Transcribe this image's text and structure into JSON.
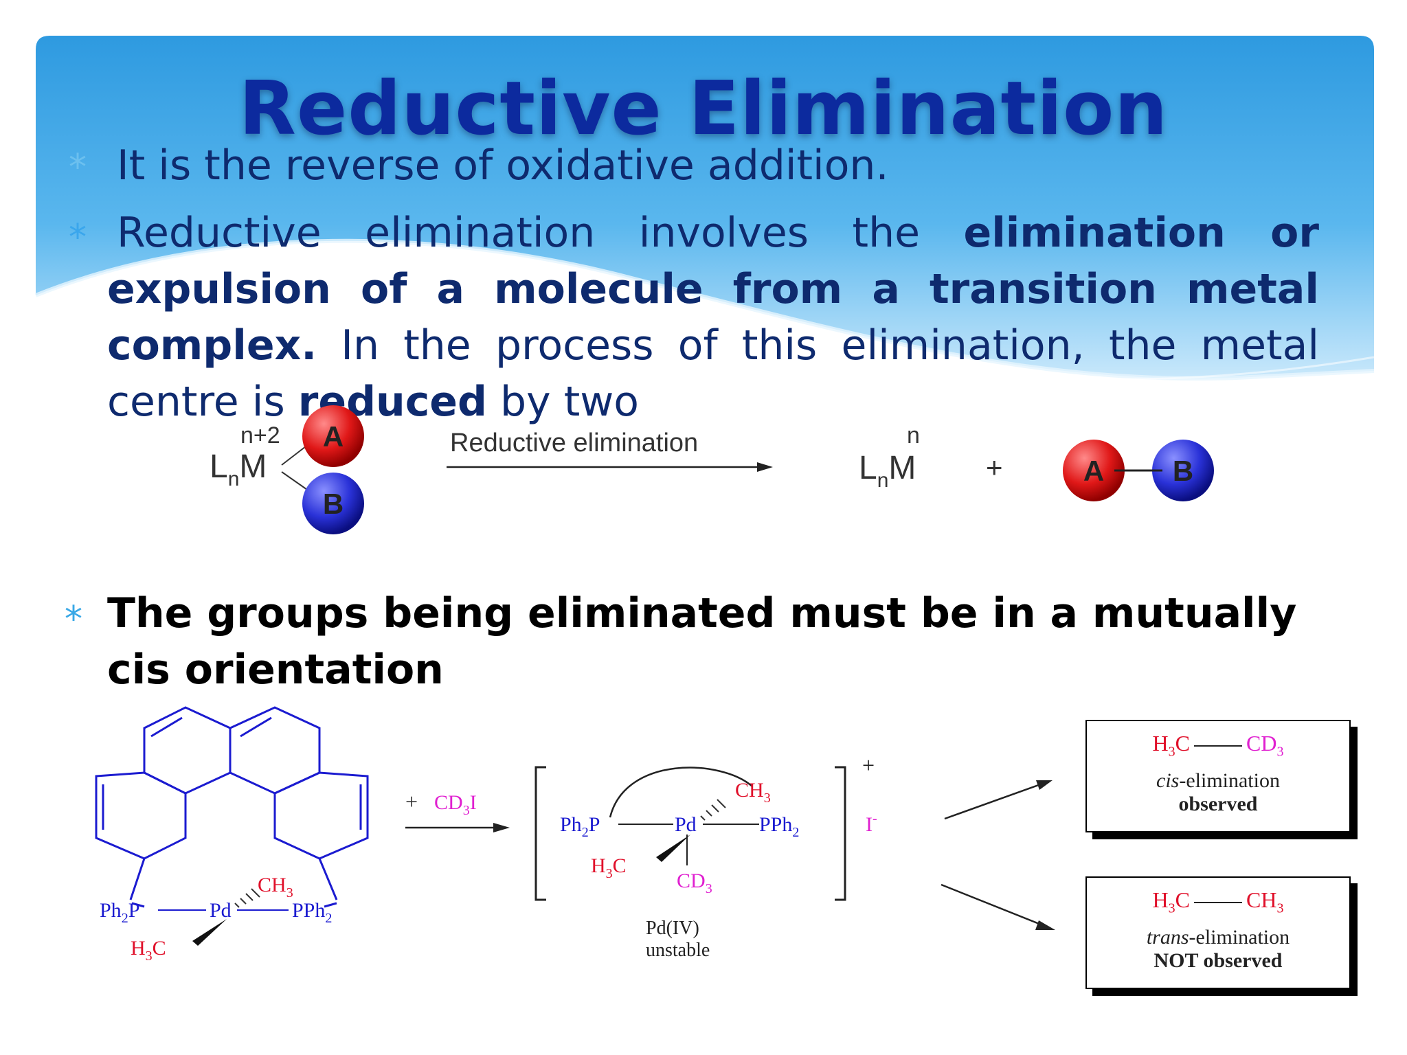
{
  "slide": {
    "title": "Reductive Elimination",
    "bullets": [
      {
        "marker": "*",
        "text": "It is the reverse of oxidative addition."
      },
      {
        "marker": "*",
        "parts": [
          {
            "t": "Reductive elimination involves the ",
            "bold": false
          },
          {
            "t": "elimination or expulsion of a molecule from a transition metal complex.",
            "bold": true
          },
          {
            "t": " In the process of this elimination, the metal centre is ",
            "bold": false
          },
          {
            "t": "reduced",
            "bold": true
          },
          {
            "t": " by two",
            "bold": false
          }
        ]
      },
      {
        "marker": "*",
        "text": "The groups being eliminated must be in a mutually cis orientation"
      }
    ]
  },
  "scheme1": {
    "reactant_charge": "n+2",
    "reactant_metal": "LnM",
    "atom_a": "A",
    "atom_b": "B",
    "arrow_label": "Reductive elimination",
    "product_charge": "n",
    "product_metal": "LnM",
    "plus": "+",
    "colors": {
      "a": "#e02020",
      "b": "#2a32d8"
    }
  },
  "scheme2": {
    "reagent": "+ CD3I",
    "left_complex": {
      "ligand_left": "Ph2P",
      "metal": "Pd",
      "ligand_right": "PPh2",
      "methyl_up": "CH3",
      "methyl_down": "H3C"
    },
    "intermediate": {
      "ligand_left": "Ph2P",
      "metal": "Pd",
      "ligand_right": "PPh2",
      "methyl_up": "CH3",
      "methyl_down": "H3C",
      "cd3": "CD3",
      "charge": "+",
      "counter_ion": "I-"
    },
    "intermediate_caption": [
      "Pd(IV)",
      "unstable"
    ],
    "outcome_cis": {
      "left": "H3C",
      "right": "CD3",
      "label_italic": "cis",
      "label_rest": "-elimination",
      "verdict": "observed"
    },
    "outcome_trans": {
      "left": "H3C",
      "right": "CH3",
      "label_italic": "trans",
      "label_rest": "-elimination",
      "verdict": "NOT observed"
    },
    "colors": {
      "blue": "#1b1bd0",
      "red": "#e0102a",
      "magenta": "#e020d0"
    }
  }
}
